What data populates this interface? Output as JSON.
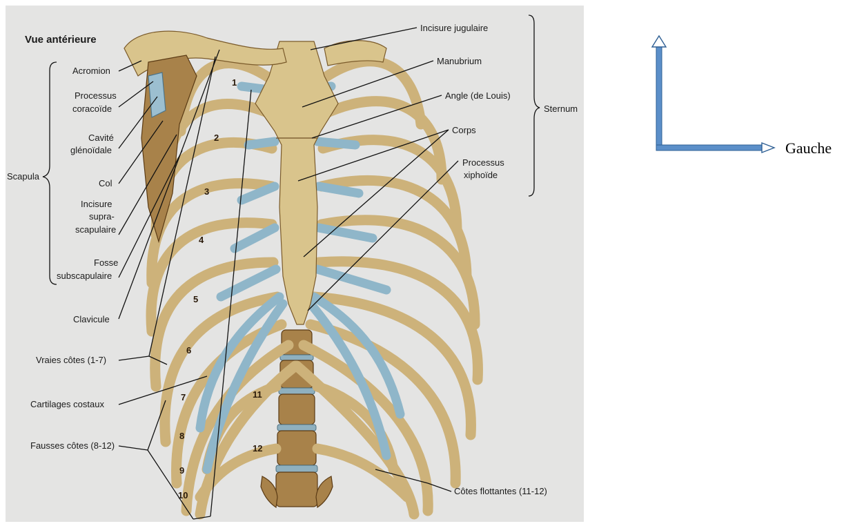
{
  "title": "Vue antérieure",
  "labels": {
    "acromion": "Acromion",
    "processus_coracoide_1": "Processus",
    "processus_coracoide_2": "coracoïde",
    "cavite_1": "Cavité",
    "cavite_2": "glénoïdale",
    "col": "Col",
    "incisure_supra_1": "Incisure",
    "incisure_supra_2": "supra-",
    "incisure_supra_3": "scapulaire",
    "fosse_1": "Fosse",
    "fosse_2": "subscapulaire",
    "scapula": "Scapula",
    "clavicule": "Clavicule",
    "vraies_cotes": "Vraies côtes (1-7)",
    "cartilages": "Cartilages costaux",
    "fausses_cotes": "Fausses côtes (8-12)",
    "incisure_jugulaire": "Incisure jugulaire",
    "manubrium": "Manubrium",
    "angle_louis": "Angle (de Louis)",
    "corps": "Corps",
    "processus_xiphoide_1": "Processus",
    "processus_xiphoide_2": "xiphoïde",
    "sternum": "Sternum",
    "cotes_flottantes": "Côtes flottantes (11-12)"
  },
  "rib_numbers": [
    "1",
    "2",
    "3",
    "4",
    "5",
    "6",
    "7",
    "8",
    "9",
    "10",
    "11",
    "12"
  ],
  "orientation": {
    "label": "Gauche",
    "arrow_color": "#5b8fc9"
  },
  "colors": {
    "background": "#e6e6e6",
    "bone": "#d9c48c",
    "cartilage": "#9cbfd0"
  }
}
